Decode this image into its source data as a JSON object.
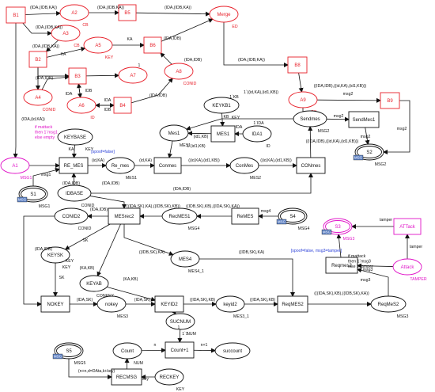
{
  "colors": {
    "red": "#e8202a",
    "magenta": "#e014c8",
    "blue": "#2a3fd8",
    "black": "#111111",
    "fusion": "#5b7fc4"
  },
  "nodes": [
    {
      "id": "B1",
      "kind": "trans",
      "label": "B1",
      "color": "red"
    },
    {
      "id": "A2",
      "kind": "place",
      "label": "A2",
      "sub": "CB",
      "color": "red"
    },
    {
      "id": "B5",
      "kind": "trans",
      "label": "B5",
      "color": "red"
    },
    {
      "id": "Merge",
      "kind": "place",
      "label": "Merge",
      "sub": "ED",
      "color": "red"
    },
    {
      "id": "A3",
      "kind": "place",
      "label": "A3",
      "sub": "CB",
      "color": "red"
    },
    {
      "id": "A5",
      "kind": "place",
      "label": "A5",
      "sub": "KEY",
      "color": "red"
    },
    {
      "id": "B6",
      "kind": "trans",
      "label": "B6",
      "color": "red"
    },
    {
      "id": "B2",
      "kind": "trans",
      "label": "B2",
      "color": "red"
    },
    {
      "id": "B8",
      "kind": "trans",
      "label": "B8",
      "color": "red"
    },
    {
      "id": "B3",
      "kind": "trans",
      "label": "B3",
      "color": "red"
    },
    {
      "id": "A7",
      "kind": "place",
      "label": "A7",
      "sub": "",
      "color": "red"
    },
    {
      "id": "A8",
      "kind": "place",
      "label": "A8",
      "sub": "CONID",
      "color": "red"
    },
    {
      "id": "A4",
      "kind": "place",
      "label": "A4",
      "sub": "CONID",
      "color": "red"
    },
    {
      "id": "A6",
      "kind": "place",
      "label": "A6",
      "sub": "ID",
      "color": "red"
    },
    {
      "id": "B4",
      "kind": "trans",
      "label": "B4",
      "color": "red"
    },
    {
      "id": "A9",
      "kind": "place",
      "label": "A9",
      "sub": "DB",
      "color": "red"
    },
    {
      "id": "B9",
      "kind": "trans",
      "label": "B9",
      "color": "red"
    },
    {
      "id": "KEYKB1",
      "kind": "place",
      "label": "KEYKB1",
      "sub": "KEY",
      "color": "black"
    },
    {
      "id": "Mes1",
      "kind": "place",
      "label": "Mes1",
      "sub": "MES1",
      "color": "black"
    },
    {
      "id": "MES1t",
      "kind": "trans",
      "label": "MES1",
      "color": "black"
    },
    {
      "id": "IDA1",
      "kind": "place",
      "label": "IDA1",
      "sub": "ID",
      "color": "black"
    },
    {
      "id": "Sendmes",
      "kind": "place",
      "label": "Sendmes",
      "sub": "MSG2",
      "color": "black"
    },
    {
      "id": "SendMes1",
      "kind": "trans",
      "label": "SendMes1",
      "color": "black"
    },
    {
      "id": "S2",
      "kind": "place",
      "label": "S2",
      "sub": "MSG2",
      "color": "black",
      "double": true
    },
    {
      "id": "KEYBASE",
      "kind": "place",
      "label": "KEYBASE",
      "sub": "KEY",
      "color": "black"
    },
    {
      "id": "A1",
      "kind": "place",
      "label": "A1",
      "sub": "MSG1",
      "color": "magenta"
    },
    {
      "id": "RE_MES",
      "kind": "trans",
      "label": "RE_MES",
      "color": "black"
    },
    {
      "id": "Re_mes",
      "kind": "place",
      "label": "Re_mes",
      "sub": "MES1",
      "color": "black"
    },
    {
      "id": "Conmes",
      "kind": "trans",
      "label": "Conmes",
      "color": "black"
    },
    {
      "id": "ConMes",
      "kind": "place",
      "label": "ConMes",
      "sub": "MES2",
      "color": "black"
    },
    {
      "id": "CONmes",
      "kind": "trans",
      "label": "CONmes",
      "color": "black"
    },
    {
      "id": "S1",
      "kind": "place",
      "label": "S1",
      "sub": "MSG1",
      "color": "black",
      "double": true
    },
    {
      "id": "IDBASE",
      "kind": "place",
      "label": "IDBASE",
      "sub": "CONID",
      "color": "black"
    },
    {
      "id": "CONID2",
      "kind": "place",
      "label": "CONID2",
      "sub": "CONID",
      "color": "black"
    },
    {
      "id": "MESrec2",
      "kind": "trans",
      "label": "MESrec2",
      "color": "black"
    },
    {
      "id": "RecMES1",
      "kind": "place",
      "label": "RecMES1",
      "sub": "MSG4",
      "color": "black"
    },
    {
      "id": "ReMES",
      "kind": "trans",
      "label": "ReMES",
      "color": "black"
    },
    {
      "id": "S4",
      "kind": "place",
      "label": "S4",
      "sub": "MSG4",
      "color": "black",
      "double": true
    },
    {
      "id": "S3",
      "kind": "place",
      "label": "S3",
      "sub": "MSG3",
      "color": "magenta",
      "double": true
    },
    {
      "id": "ATTack",
      "kind": "trans",
      "label": "ATTack",
      "color": "magenta"
    },
    {
      "id": "KEYSK",
      "kind": "place",
      "label": "KEYSK",
      "sub": "KEY",
      "color": "black"
    },
    {
      "id": "MES4",
      "kind": "place",
      "label": "MES4",
      "sub": "MES4_1",
      "color": "black"
    },
    {
      "id": "Reqmes2",
      "kind": "trans",
      "label": "Reqmes2",
      "color": "black"
    },
    {
      "id": "Attack",
      "kind": "place",
      "label": "Attack",
      "sub": "TAMPER",
      "color": "magenta"
    },
    {
      "id": "KEYAB",
      "kind": "place",
      "label": "KEYAB",
      "sub": "CONKEY",
      "color": "black"
    },
    {
      "id": "NOKEY",
      "kind": "trans",
      "label": "NOKEY",
      "color": "black"
    },
    {
      "id": "nokey",
      "kind": "place",
      "label": "nokey",
      "sub": "MES3",
      "color": "black"
    },
    {
      "id": "KEYID2",
      "kind": "trans",
      "label": "KEYID2",
      "color": "black"
    },
    {
      "id": "keyid2",
      "kind": "place",
      "label": "keyid2",
      "sub": "MES3_1",
      "color": "black"
    },
    {
      "id": "ReqMES2",
      "kind": "trans",
      "label": "ReqMES2",
      "color": "black"
    },
    {
      "id": "ReqMeS2",
      "kind": "place",
      "label": "ReqMeS2",
      "sub": "MSG3",
      "color": "black"
    },
    {
      "id": "SUCNUM",
      "kind": "place",
      "label": "SUCNUM",
      "sub": "NUM",
      "color": "black"
    },
    {
      "id": "Count",
      "kind": "place",
      "label": "Count",
      "sub": "NUM",
      "color": "black"
    },
    {
      "id": "Countp1",
      "kind": "trans",
      "label": "Count+1",
      "color": "black"
    },
    {
      "id": "succount",
      "kind": "place",
      "label": "succount",
      "sub": "",
      "color": "black"
    },
    {
      "id": "S5",
      "kind": "place",
      "label": "S5",
      "sub": "MSG5",
      "color": "black",
      "double": true
    },
    {
      "id": "RECMSG",
      "kind": "trans",
      "label": "RECMSG",
      "color": "black"
    },
    {
      "id": "RECKEY",
      "kind": "place",
      "label": "RECKEY",
      "sub": "KEY",
      "color": "black"
    }
  ],
  "arc_labels": [
    {
      "id": "l01",
      "text": "(IDA,(IDB,KA))"
    },
    {
      "id": "l02",
      "text": "(IDA,(IDB,KA))"
    },
    {
      "id": "l03",
      "text": "(IDA,(IDB,KA))"
    },
    {
      "id": "l04",
      "text": "(IDA,(IDB,KA))"
    },
    {
      "id": "l05",
      "text": "(IDA,(IDB,KA))"
    },
    {
      "id": "l06",
      "text": "(IDA,IDB)"
    },
    {
      "id": "l07",
      "text": "(IDA,IDB)"
    },
    {
      "id": "l08",
      "text": "KA"
    },
    {
      "id": "l09",
      "text": "KA"
    },
    {
      "id": "l10",
      "text": "1"
    },
    {
      "id": "l11",
      "text": "IDB"
    },
    {
      "id": "l12",
      "text": "IDA"
    },
    {
      "id": "l13",
      "text": "IDA"
    },
    {
      "id": "l14",
      "text": "IDB"
    },
    {
      "id": "l15",
      "text": "(IDA,IDB)"
    },
    {
      "id": "l16",
      "text": "(IDA,IDB)"
    },
    {
      "id": "l17",
      "text": "(IDA,(IDB,KA))"
    },
    {
      "id": "l18",
      "text": "((IDA,IDB),((id,KA),(id1,KB)))"
    },
    {
      "id": "l19",
      "text": "1`((id,KA),(id1,KB))"
    },
    {
      "id": "l20",
      "text": "msg2"
    },
    {
      "id": "l21",
      "text": "1`KB"
    },
    {
      "id": "l22",
      "text": "KB"
    },
    {
      "id": "l23",
      "text": "IDA"
    },
    {
      "id": "l24",
      "text": "1`IDA"
    },
    {
      "id": "l25",
      "text": "(id1,KB)"
    },
    {
      "id": "l26",
      "text": "1`(id1,KB)"
    },
    {
      "id": "l27",
      "text": "msg2"
    },
    {
      "id": "l28",
      "text": "msg2"
    },
    {
      "id": "l29",
      "text": "msg2"
    },
    {
      "id": "l30",
      "text": "((IDA,IDB),((id,KA),(id1,KB)))"
    },
    {
      "id": "l31",
      "text": "KA"
    },
    {
      "id": "l32",
      "text": "(id,KA)"
    },
    {
      "id": "l33",
      "text": "(id,KA)"
    },
    {
      "id": "l34",
      "text": "((id,KA),(id1,KB))"
    },
    {
      "id": "l35",
      "text": "((id,KA),(id1,KB))"
    },
    {
      "id": "l36",
      "text": "(IDA,(id,KA))"
    },
    {
      "id": "l37",
      "text": "msg1"
    },
    {
      "id": "l38",
      "text": "(IDA,IDB)"
    },
    {
      "id": "l39",
      "text": "(IDA,IDB)"
    },
    {
      "id": "l40",
      "text": "[spoof=false]"
    },
    {
      "id": "l41",
      "text": "(IDA,IDB)"
    },
    {
      "id": "l42",
      "text": "(IDA,IDB)"
    },
    {
      "id": "l43",
      "text": "((IDA,SK),KA),((IDB,SK),KB))"
    },
    {
      "id": "l44",
      "text": "((IDB,SK),KB),((IDA,SK),KA))"
    },
    {
      "id": "l45",
      "text": "msg4"
    },
    {
      "id": "l46",
      "text": "SK"
    },
    {
      "id": "l47",
      "text": "KEY"
    },
    {
      "id": "l48",
      "text": "SK"
    },
    {
      "id": "l49",
      "text": "(KA,KB)"
    },
    {
      "id": "l50",
      "text": "(KA,KB)"
    },
    {
      "id": "l51",
      "text": "((IDB,SK),KA)"
    },
    {
      "id": "l52",
      "text": "((IDB,SK),KA)"
    },
    {
      "id": "l53",
      "text": "(IDA,SK)"
    },
    {
      "id": "l54",
      "text": "(IDA,SK)"
    },
    {
      "id": "l55",
      "text": "((IDA,SK),KB)"
    },
    {
      "id": "l56",
      "text": "((IDA,SK),KB)"
    },
    {
      "id": "l57",
      "text": "(((IDA,SK),KB),((IDB,SK),KA))"
    },
    {
      "id": "l58",
      "text": "msg3"
    },
    {
      "id": "l59",
      "text": "msg3"
    },
    {
      "id": "l60",
      "text": "tamper"
    },
    {
      "id": "l61",
      "text": "tamper"
    },
    {
      "id": "l62",
      "text": "[spoof=false, msg3=tamper]"
    },
    {
      "id": "l63",
      "text": "n"
    },
    {
      "id": "l64",
      "text": "n+1"
    },
    {
      "id": "l65",
      "text": "1`1"
    },
    {
      "id": "l66",
      "text": "1"
    },
    {
      "id": "l67",
      "text": "(n+n,d=DAta,k+key)"
    },
    {
      "id": "l68",
      "text": "key"
    },
    {
      "id": "l69",
      "text": "(IDA,IDB)"
    }
  ],
  "annotations": [
    {
      "id": "a1",
      "lines": [
        "if mattack",
        "then 1`msg1",
        "else empty"
      ],
      "color": "magenta"
    },
    {
      "id": "a2",
      "lines": [
        "if mattack",
        "then 1`msg3",
        "else 1`tamper"
      ],
      "color": "black"
    }
  ],
  "fusion_tag": "MSG"
}
